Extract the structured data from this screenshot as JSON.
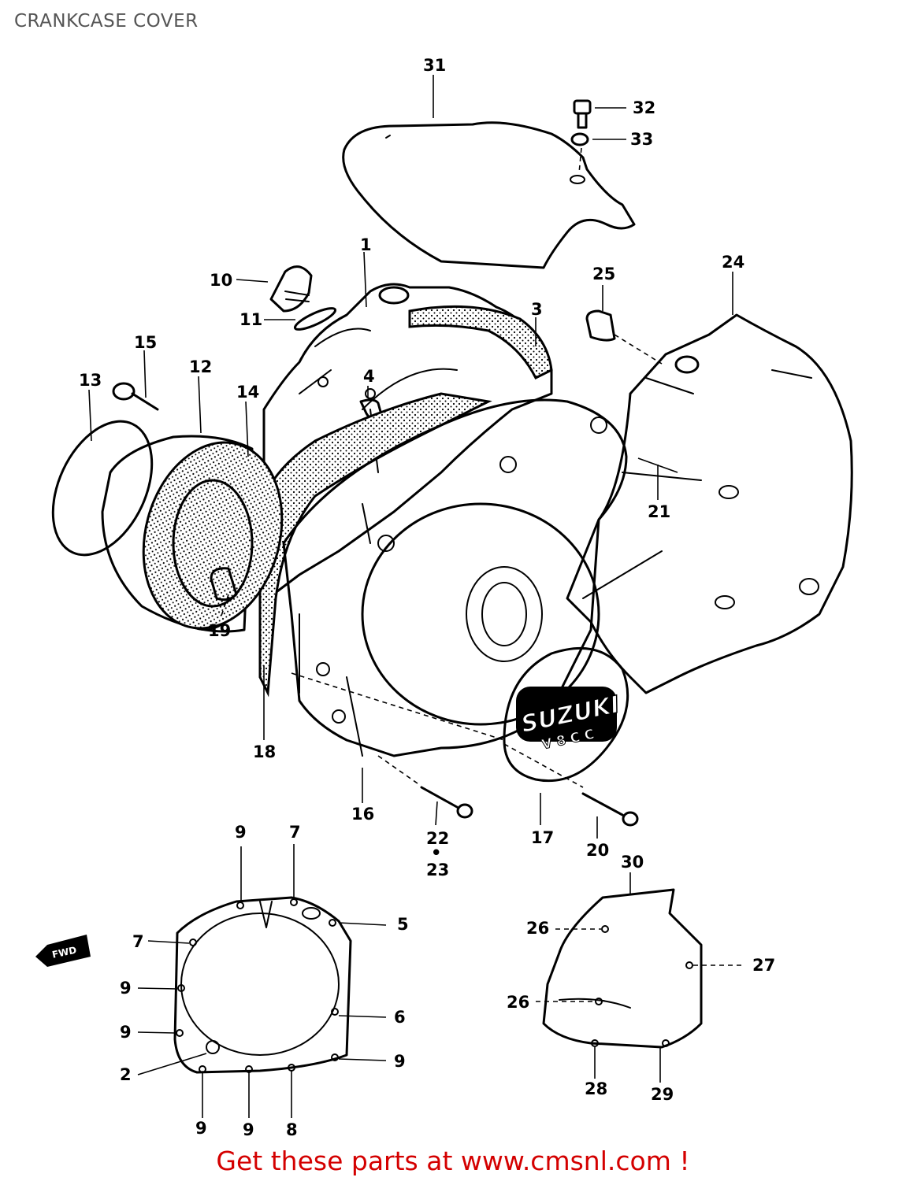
{
  "page": {
    "title": "CRANKCASE COVER",
    "promo_text": "Get these parts at www.cmsnl.com !"
  },
  "badge": {
    "brand": "SUZUKI",
    "sub": "V 8 C C"
  },
  "fwd_arrow": {
    "label": "FWD"
  },
  "callouts": [
    "31",
    "32",
    "33",
    "1",
    "10",
    "25",
    "24",
    "11",
    "3",
    "15",
    "12",
    "13",
    "14",
    "4",
    "21",
    "19",
    "18",
    "16",
    "22",
    "•",
    "23",
    "17",
    "20",
    "9",
    "7",
    "5",
    "30",
    "26",
    "27",
    "6",
    "2",
    "8",
    "28",
    "29"
  ],
  "colors": {
    "promo": "#d40000",
    "title": "#555555",
    "ink": "#000000"
  }
}
